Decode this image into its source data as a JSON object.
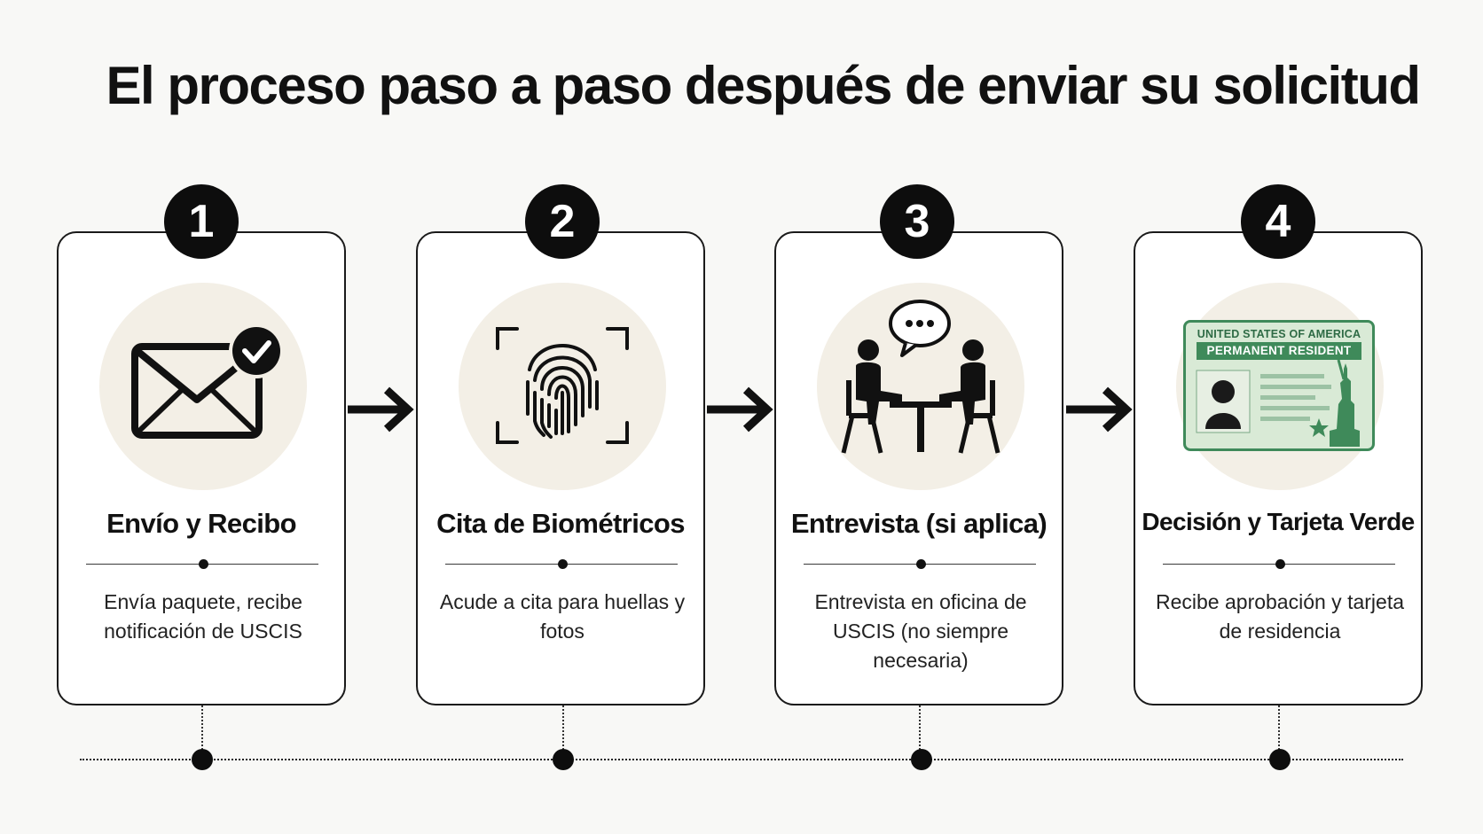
{
  "title": "El proceso paso a paso después de enviar su solicitud",
  "steps": [
    {
      "number": "1",
      "title": "Envío y Recibo",
      "description": "Envía paquete, recibe notificación de USCIS",
      "icon": "envelope-check-icon"
    },
    {
      "number": "2",
      "title": "Cita de Biométricos",
      "description": "Acude a cita para huellas y fotos",
      "icon": "fingerprint-icon"
    },
    {
      "number": "3",
      "title": "Entrevista (si aplica)",
      "description": "Entrevista en oficina de USCIS (no siempre necesaria)",
      "icon": "interview-icon"
    },
    {
      "number": "4",
      "title": "Decisión y Tarjeta Verde",
      "description": "Recibe aprobación y tarjeta de residencia",
      "icon": "green-card-icon"
    }
  ],
  "green_card": {
    "line1": "UNITED STATES OF AMERICA",
    "line2": "PERMANENT RESIDENT"
  },
  "colors": {
    "card_green": "#3f8a5a",
    "card_light": "#d9ead6",
    "icon_bg": "#f3efe6",
    "dark": "#0d0d0d"
  }
}
